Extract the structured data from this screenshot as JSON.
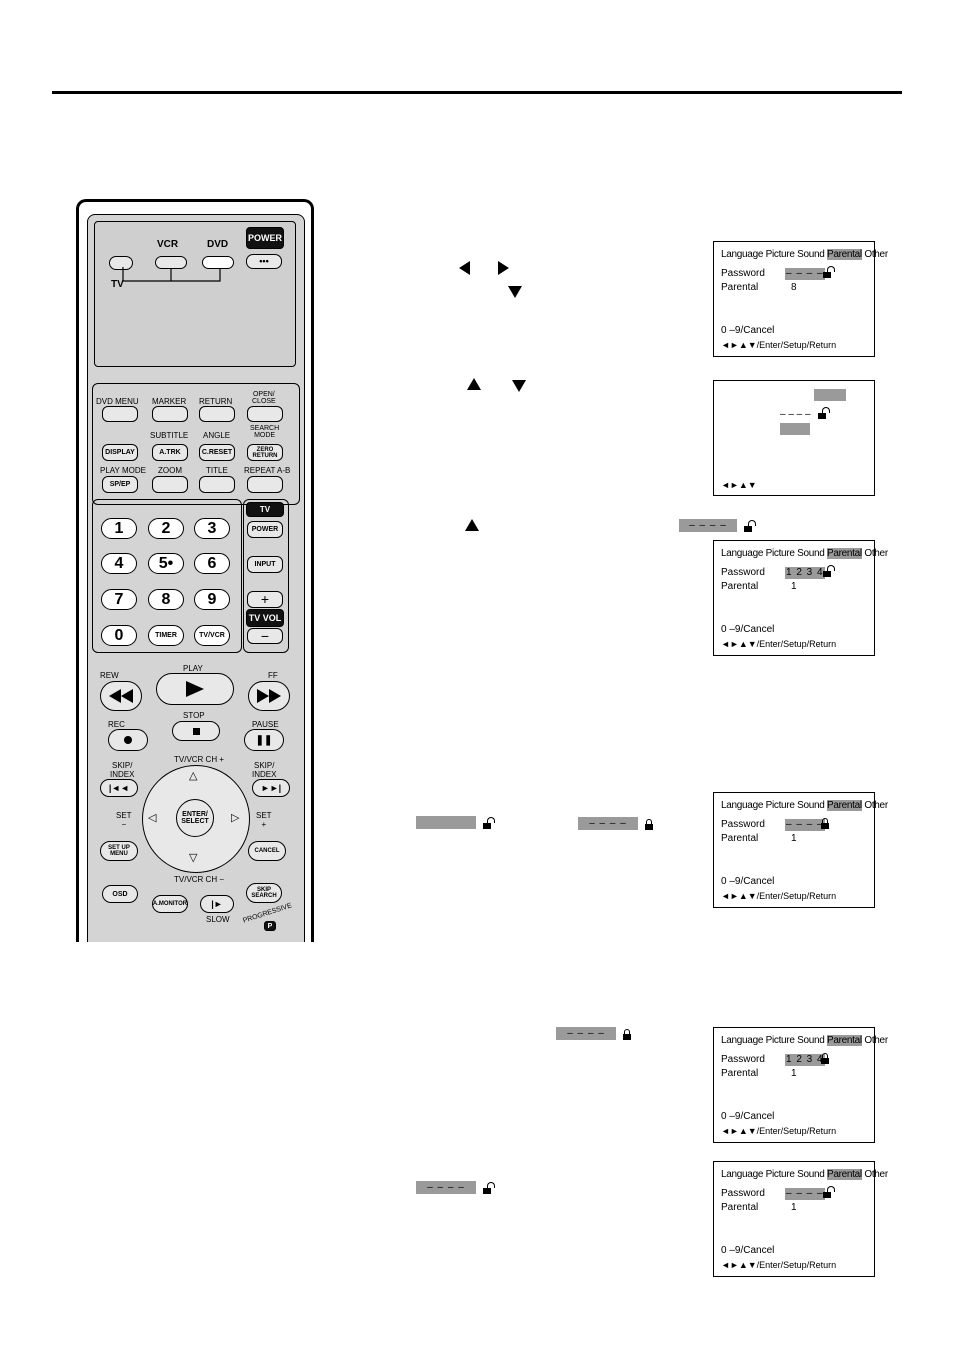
{
  "remote": {
    "mode_tv": "TV",
    "mode_vcr": "VCR",
    "mode_dvd": "DVD",
    "power": "POWER",
    "top_labels": [
      "DVD MENU",
      "MARKER",
      "RETURN",
      "OPEN/\nCLOSE"
    ],
    "mid_labels": [
      "SUBTITLE",
      "ANGLE",
      "SEARCH\nMODE"
    ],
    "display": "DISPLAY",
    "atrk": "A.TRK",
    "creset": "C.RESET",
    "zero_return": "ZERO\nRETURN",
    "play_mode": "PLAY MODE",
    "zoom": "ZOOM",
    "title": "TITLE",
    "repeat": "REPEAT A-B",
    "spep": "SP/EP",
    "numbers": [
      "1",
      "2",
      "3",
      "4",
      "5",
      "6",
      "7",
      "8",
      "9",
      "0"
    ],
    "five_mark": "5•",
    "timer": "TIMER",
    "tvvcr": "TV/VCR",
    "tv": "TV",
    "tv_power": "POWER",
    "input": "INPUT",
    "tv_vol": "TV VOL",
    "plus": "+",
    "minus": "−",
    "rew": "REW",
    "play": "PLAY",
    "ff": "FF",
    "rec": "REC",
    "stop": "STOP",
    "pause": "PAUSE",
    "ch_plus": "TV/VCR CH +",
    "ch_minus": "TV/VCR CH −",
    "skip_index": "SKIP/\nINDEX",
    "set_minus": "SET\n−",
    "set_plus": "SET\n+",
    "enter": "ENTER/\nSELECT",
    "setup_menu": "SET UP\nMENU",
    "cancel": "CANCEL",
    "osd": "OSD",
    "amonitor": "A.MONITOR",
    "slow": "SLOW",
    "skip_search": "SKIP\nSEARCH",
    "progressive": "PROGRESSIVE",
    "p_mark": "P"
  },
  "menu_tabs": [
    "Language",
    "Picture",
    "Sound",
    "Parental",
    "Other"
  ],
  "labels": {
    "password": "Password",
    "parental": "Parental",
    "cancel_hint": "0 –9/Cancel",
    "nav_hint": "◄►▲▼/Enter/Setup/Return",
    "nav_only": "◄►▲▼"
  },
  "screens": [
    {
      "password": "– – – –",
      "parental": "8",
      "lock": "open"
    },
    {
      "password": "– – – –",
      "lock": "open"
    },
    {
      "password": "1 2 3 4",
      "parental": "1",
      "lock": "open"
    },
    {
      "password": "– – – –",
      "parental": "1",
      "lock": "closed"
    },
    {
      "password": "1 2 3 4",
      "parental": "1",
      "lock": "closed"
    },
    {
      "password": "– – – –",
      "parental": "1",
      "lock": "open"
    }
  ],
  "inline_boxes": {
    "step3": "– – – –",
    "step4a": "",
    "step4b": "– – – –",
    "step5": "– – – –",
    "step6": "– – – –"
  }
}
